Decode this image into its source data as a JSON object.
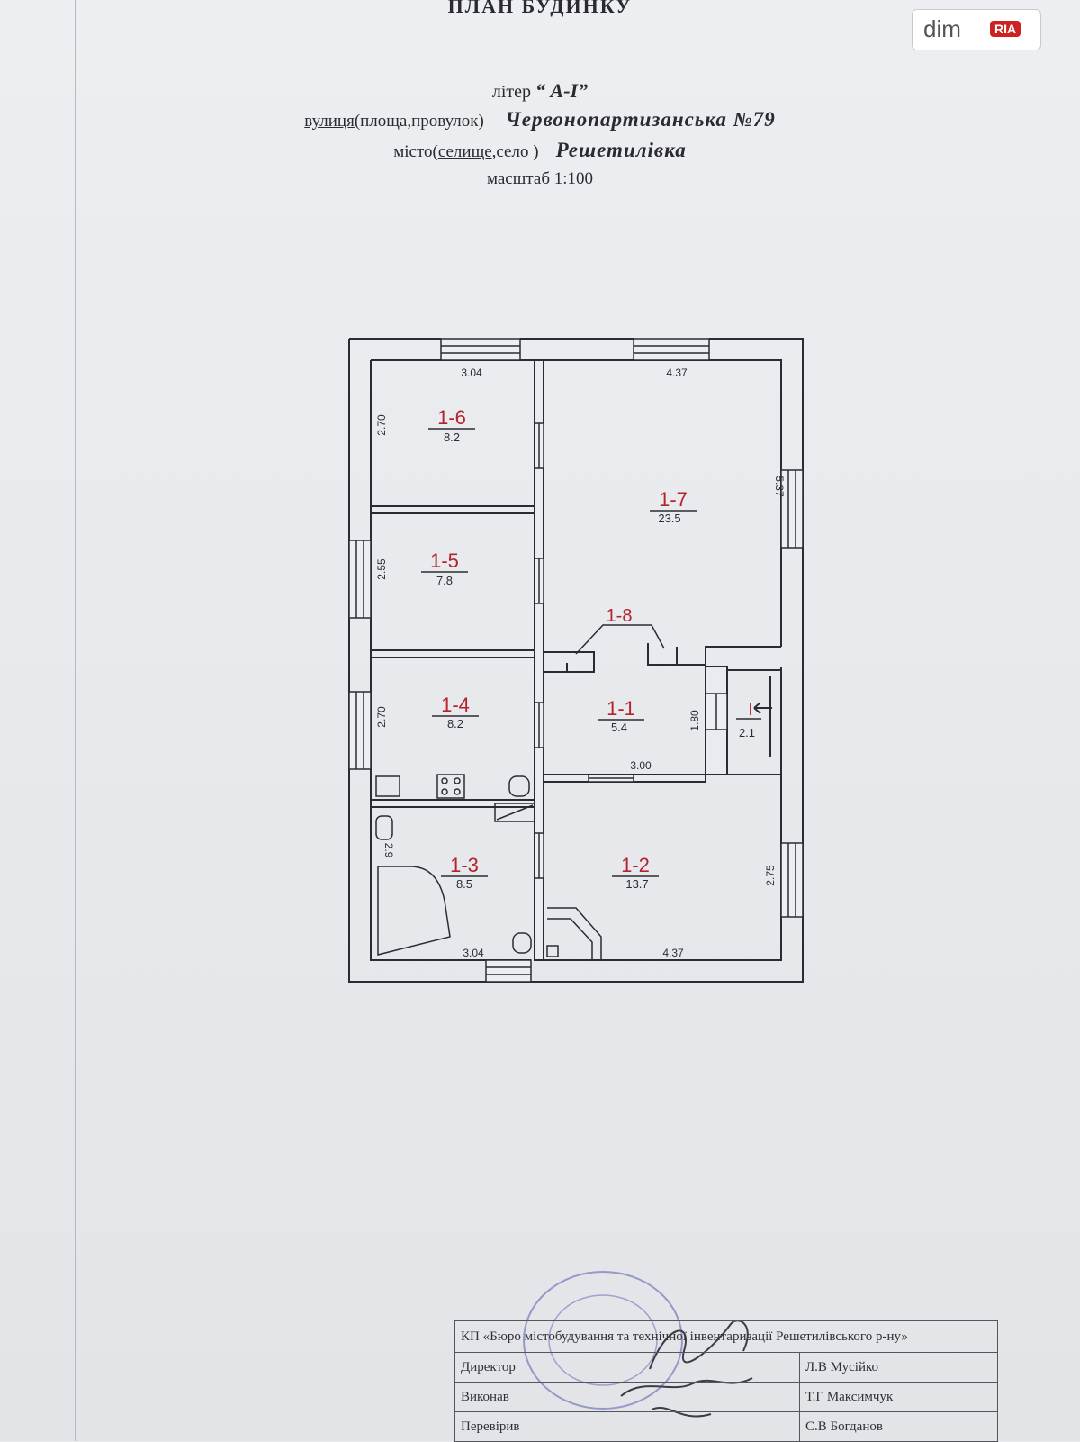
{
  "header": {
    "title": "ПЛАН БУДИНКУ",
    "litera_label": "літер",
    "litera_value": "“ А-І”",
    "street_label_plain": "вулиця(площа,провулок)",
    "street_label_underlined": "вулиця",
    "street_value": "Червонопартизанська  №79",
    "city_label_a": "місто(",
    "city_label_b": "селище",
    "city_label_c": ",село )",
    "city_value": "Решетилівка",
    "scale": "масштаб 1:100"
  },
  "logo": {
    "text": "dim",
    "badge": "RIA"
  },
  "rooms": [
    {
      "id": "1-6",
      "area": "8.2"
    },
    {
      "id": "1-5",
      "area": "7.8"
    },
    {
      "id": "1-4",
      "area": "8.2"
    },
    {
      "id": "1-3",
      "area": "8.5"
    },
    {
      "id": "1-7",
      "area": "23.5"
    },
    {
      "id": "1-1",
      "area": "5.4"
    },
    {
      "id": "1-2",
      "area": "13.7"
    },
    {
      "id": "I",
      "area": "2.1"
    }
  ],
  "room_labels": {
    "corridor": "1-8"
  },
  "dimensions": {
    "r16_width": "3.04",
    "r17_width": "4.37",
    "r16_height": "2.70",
    "r17_height": "5.37",
    "r15_height": "2.55",
    "r14_height": "2.70",
    "r11_height": "1.80",
    "r11_width": "3.00",
    "r13_height": "2.9",
    "r13_width": "3.04",
    "r12_height": "2.75",
    "r12_width": "4.37"
  },
  "stamp": {
    "org": "КП «Бюро містобудування та технічної інвентаризації Решетилівського р-ну»",
    "rows": [
      {
        "role": "Директор",
        "name": "Л.В Мусійко"
      },
      {
        "role": "Виконав",
        "name": "Т.Г Максимчук"
      },
      {
        "role": "Перевірив",
        "name": "С.В Богданов"
      }
    ]
  }
}
